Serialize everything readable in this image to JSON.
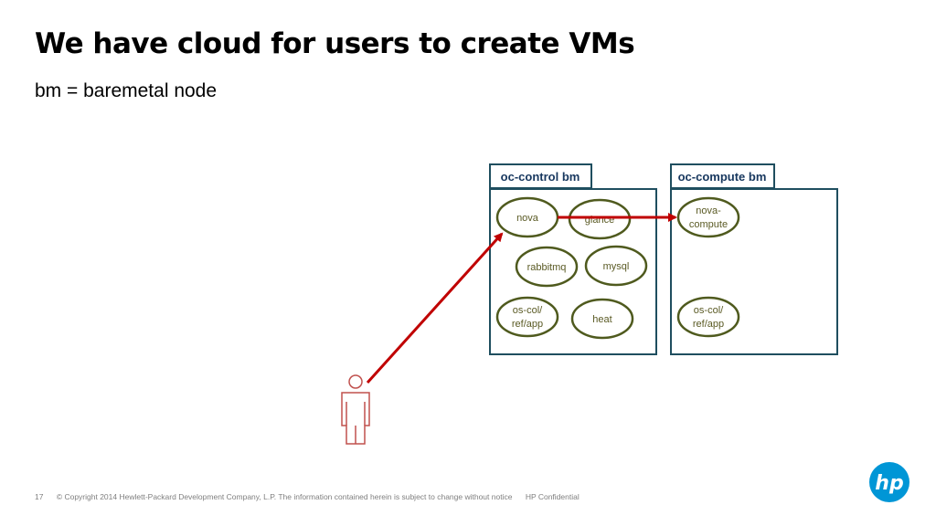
{
  "slide": {
    "title": "We have cloud for users to create VMs",
    "subtitle": "bm = baremetal node"
  },
  "diagram": {
    "boxes": {
      "control": {
        "label": "oc-control bm"
      },
      "compute": {
        "label": "oc-compute bm"
      }
    },
    "nodes": {
      "nova": [
        "nova"
      ],
      "glance": [
        "glance"
      ],
      "rabbitmq": [
        "rabbitmq"
      ],
      "mysql": [
        "mysql"
      ],
      "oscol_control": [
        "os-col/",
        "ref/app"
      ],
      "heat": [
        "heat"
      ],
      "nova_compute": [
        "nova-",
        "compute"
      ],
      "oscol_compute": [
        "os-col/",
        "ref/app"
      ]
    },
    "colors": {
      "box_border": "#1f4e5f",
      "node_border": "#4f5a1e",
      "arrow": "#c00000",
      "person": "#c0504d"
    }
  },
  "footer": {
    "page_number": "17",
    "copyright": "© Copyright 2014 Hewlett-Packard Development Company, L.P.  The information contained herein is subject to change without notice",
    "confidential": "HP Confidential"
  },
  "logo": {
    "text": "hp",
    "color": "#0096d6"
  }
}
